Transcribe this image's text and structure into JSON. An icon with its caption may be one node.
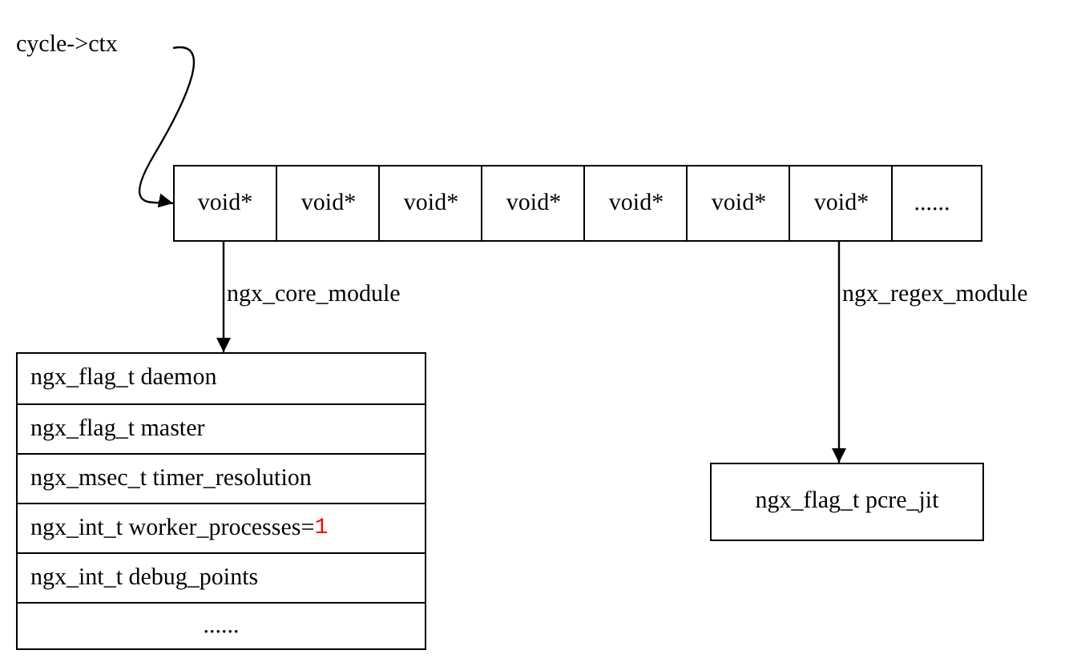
{
  "diagram": {
    "nodes": [
      {
        "text": [
          "cycle->ctx"
        ]
      },
      {
        "text": [],
        "shape": "box"
      },
      {
        "text": [
          "void*"
        ],
        "in": 1
      },
      {
        "text": [
          "void*"
        ],
        "in": 1
      },
      {
        "text": [
          "void*"
        ],
        "in": 1
      },
      {
        "text": [
          "void*"
        ],
        "in": 1
      },
      {
        "text": [
          "void*"
        ],
        "in": 1
      },
      {
        "text": [
          "void*"
        ],
        "in": 1
      },
      {
        "text": [
          "void*"
        ],
        "in": 1
      },
      {
        "text": [
          "......"
        ],
        "in": 1
      },
      {
        "text": [],
        "shape": "box"
      },
      {
        "text": [
          "ngx_flag_t daemon"
        ],
        "in": 10
      },
      {
        "text": [
          "ngx_flag_t master"
        ],
        "in": 10
      },
      {
        "text": [
          "ngx_msec_t timer_resolution"
        ],
        "in": 10
      },
      {
        "text": [
          "ngx_int_t worker_processes=",
          "1"
        ],
        "in": 10
      },
      {
        "text": [
          "ngx_int_t debug_points"
        ],
        "in": 10
      },
      {
        "text": [
          "......"
        ],
        "in": 10
      },
      {
        "text": [
          "ngx_flag_t pcre_jit"
        ]
      }
    ],
    "edges": [
      {
        "from": 0,
        "to": 1,
        "arrow": "to"
      },
      {
        "from": 2,
        "to": 10,
        "arrow": "to",
        "label": "ngx_core_module"
      },
      {
        "from": 8,
        "to": 17,
        "arrow": "to",
        "label": "ngx_regex_module"
      }
    ]
  }
}
